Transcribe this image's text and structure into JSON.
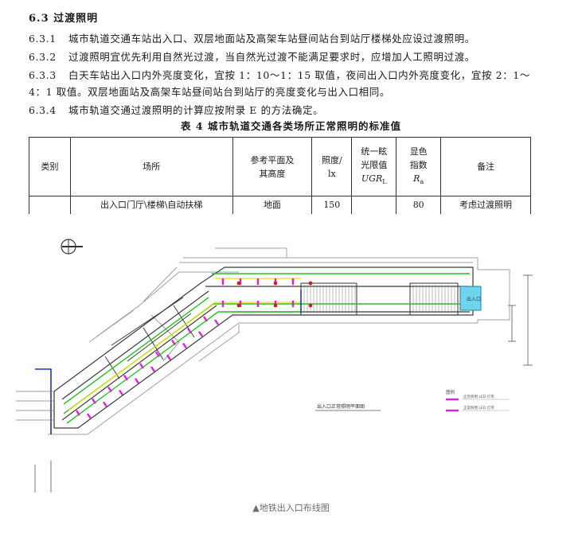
{
  "section": {
    "heading": "6.3   过渡照明",
    "paragraphs": [
      {
        "num": "6.3.1",
        "text": "城市轨道交通车站出入口、双层地面站及高架车站昼间站台到站厅楼梯处应设过渡照明。"
      },
      {
        "num": "6.3.2",
        "text": "过渡照明宜优先利用自然光过渡，当自然光过渡不能满足要求时，应增加人工照明过渡。"
      },
      {
        "num": "6.3.3",
        "text": "白天车站出入口内外亮度变化，宜按 1：10～1：15 取值，夜间出入口内外亮度变化，宜按 2：1～"
      },
      {
        "num": "",
        "text": "4：1 取值。双层地面站及高架车站昼间站台到站厅的亮度变化与出入口相同。"
      },
      {
        "num": "6.3.4",
        "text": "城市轨道交通过渡照明的计算应按附录 E 的方法确定。"
      }
    ]
  },
  "table": {
    "title": "表 4   城市轨道交通各类场所正常照明的标准值",
    "headers": {
      "category": "类别",
      "place": "场所",
      "ref_plane_1": "参考平面及",
      "ref_plane_2": "其高度",
      "illum_1": "照度/",
      "illum_2": "lx",
      "ugr_1": "统一眩",
      "ugr_2": "光限值",
      "ugr_3": "UGR",
      "ugr_sub": "L",
      "ra_1": "显色",
      "ra_2": "指数",
      "ra_3": "R",
      "ra_sub": "a",
      "remark": "备注"
    },
    "row": {
      "category": "",
      "place": "出入口门厅\\楼梯\\自动扶梯",
      "ref_plane": "地面",
      "illuminance": "150",
      "ugr": "",
      "ra": "80",
      "remark": "考虑过渡照明"
    }
  },
  "drawing": {
    "exit_label": "出入口",
    "drawing_title": "出入口正常照明平面图",
    "legend_title": "图例",
    "legend_items": [
      "应急照明 LED 灯带",
      "正常照明 LED 灯带"
    ],
    "colors": {
      "line": "#3a3a3a",
      "light_line": "#9a9a9a",
      "green": "#27c021",
      "magenta": "#e01ee0",
      "yellow": "#e4e400",
      "red": "#d12020",
      "blue": "#2030c0",
      "cyan": "#6fd5ec",
      "dim": "#888888"
    }
  },
  "caption": "▲地铁出入口布线图"
}
